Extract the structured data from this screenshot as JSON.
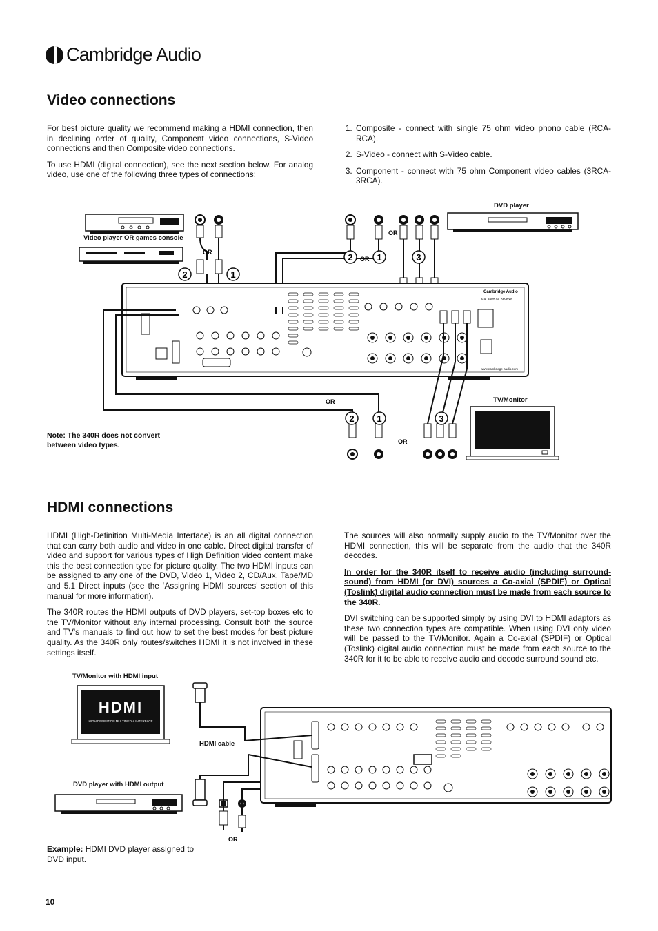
{
  "brand": {
    "name": "Cambridge Audio"
  },
  "video_section": {
    "title": "Video connections",
    "intro_p1": "For best picture quality we recommend making a HDMI connection, then in declining order of quality, Component video connections, S-Video connections and then Composite video connections.",
    "intro_p2": "To use HDMI (digital connection), see the next section below. For analog video, use one of the following three types of connections:",
    "list": [
      "Composite - connect with single 75 ohm video phono cable (RCA-RCA).",
      "S-Video - connect with S-Video cable.",
      "Component - connect with 75 ohm Component  video cables (3RCA-3RCA)."
    ],
    "diagram": {
      "dvd_label": "DVD player",
      "video_player_label": "Video player OR games console",
      "tv_label": "TV/Monitor",
      "or_label": "OR",
      "num_1": "1",
      "num_2": "2",
      "num_3": "3",
      "note_line1": "Note: The 340R does not convert",
      "note_line2": "between video types.",
      "receiver_brand": "Cambridge Audio",
      "receiver_model": "azur 340R AV Receiver",
      "receiver_url": "www.cambridge-audio.com"
    }
  },
  "hdmi_section": {
    "title": "HDMI connections",
    "left_p1": "HDMI (High-Definition Multi-Media Interface) is an all digital connection that can carry both audio and video in one cable. Direct digital transfer of video and support for various types of High Definition video content make this the best connection type for picture quality. The two HDMI inputs can be assigned to any one of the DVD, Video 1, Video 2, CD/Aux, Tape/MD and 5.1 Direct inputs (see the ‘Assigning HDMI sources’ section of this manual for more information).",
    "left_p2": "The 340R routes the HDMI outputs of DVD players, set-top boxes etc to the TV/Monitor without any internal processing. Consult both the source and TV's manuals to find out how to set the best modes for best picture quality. As the 340R only routes/switches HDMI it is not involved in these settings itself.",
    "right_p1": "The sources will also normally supply audio to the TV/Monitor over the HDMI connection, this will be separate from the audio that the 340R decodes.",
    "right_p2": "In order for the 340R itself to receive audio (including surround-sound) from HDMI (or DVI) sources a Co-axial (SPDIF) or Optical (Toslink) digital audio connection must be made from each source to the 340R.",
    "right_p3": "DVI switching can be supported simply by using DVI to HDMI adaptors as these two connection types are compatible. When using DVI only video will be passed to the TV/Monitor. Again a Co-axial (SPDIF) or Optical (Toslink) digital audio connection must be made from each source to the 340R for it to be able to receive audio and decode surround sound etc.",
    "diagram": {
      "tv_hdmi_label": "TV/Monitor with HDMI input",
      "hdmi_logo": "HDMI",
      "hdmi_logo_sub": "HIGH DEFINITION MULTIMEDIA INTERFACE",
      "hdmi_cable_label": "HDMI cable",
      "dvd_hdmi_label": "DVD player with HDMI output",
      "or_label": "OR"
    },
    "example_bold": "Example:",
    "example_text": " HDMI DVD player assigned to DVD input."
  },
  "page_number": "10"
}
